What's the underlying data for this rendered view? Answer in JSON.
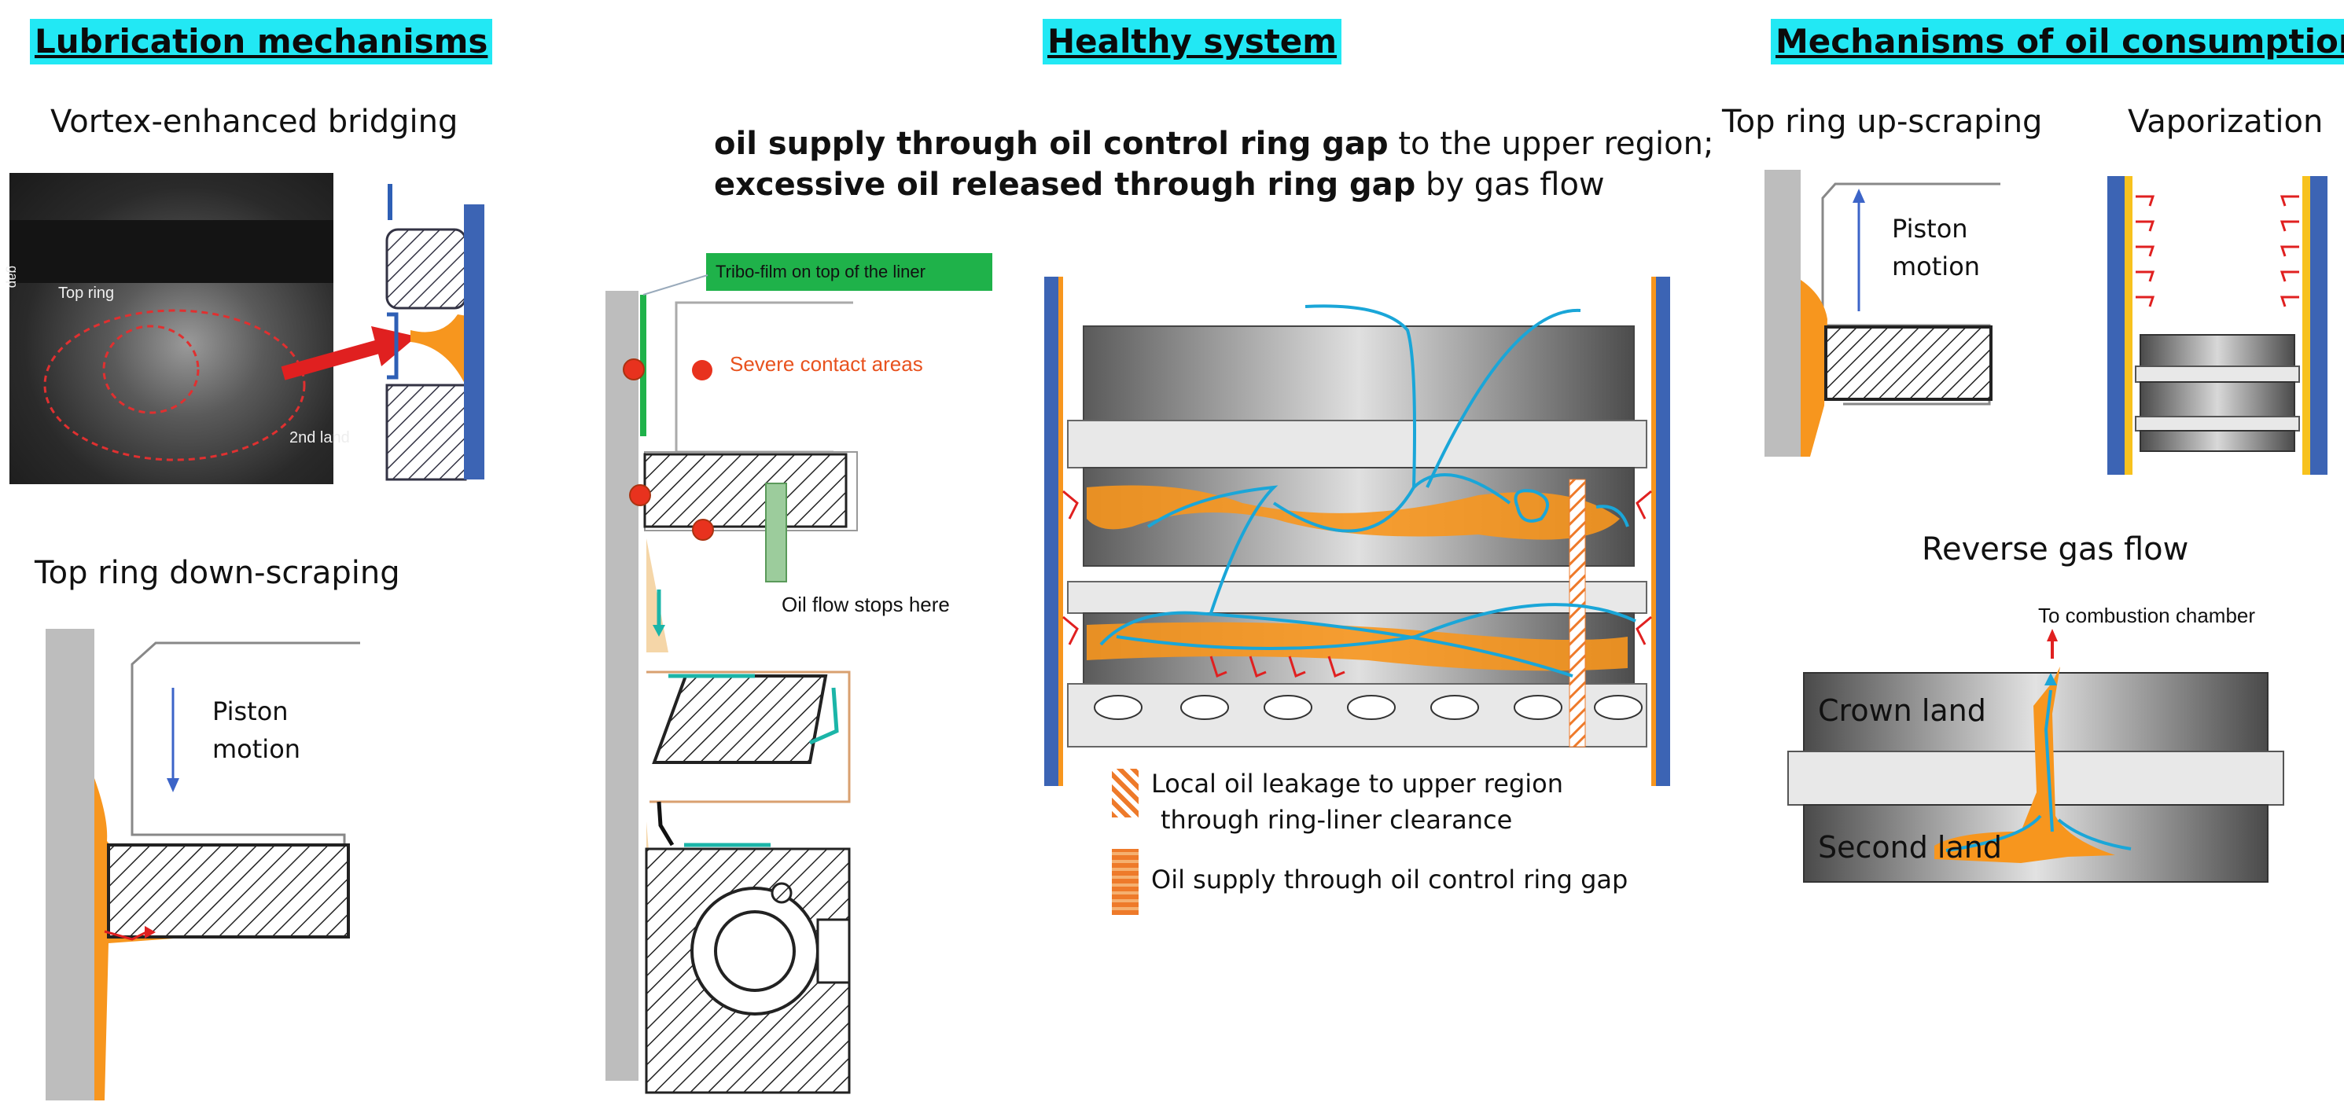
{
  "headers": {
    "left": "Lubrication mechanisms",
    "center": "Healthy system",
    "right": "Mechanisms of oil consumption"
  },
  "lubrication": {
    "vortex_title": "Vortex-enhanced bridging",
    "photo_gap": "gap",
    "photo_top_ring": "Top ring",
    "photo_second_land": "2nd land",
    "down_scraping_title": "Top ring down-scraping",
    "piston_motion_line1": "Piston",
    "piston_motion_line2": "motion"
  },
  "healthy": {
    "desc_line1_bold": "oil supply through oil control ring gap",
    "desc_line1_rest": " to the upper region;",
    "desc_line2_bold": "excessive oil released through ring gap",
    "desc_line2_rest": " by gas flow",
    "tribo_label": "Tribo-film on top of the liner",
    "severe_contact": "Severe contact areas",
    "oil_flow_stops": "Oil flow stops here",
    "legend_leak_line1": "Local oil leakage to upper region",
    "legend_leak_line2": "through ring-liner clearance",
    "legend_supply": "Oil supply through oil control ring gap"
  },
  "consumption": {
    "upscraping_title": "Top ring up-scraping",
    "piston_motion_line1": "Piston",
    "piston_motion_line2": "motion",
    "vaporization_title": "Vaporization",
    "reverse_gas_title": "Reverse gas flow",
    "to_combustion": "To combustion chamber",
    "crown_land": "Crown land",
    "second_land": "Second land"
  },
  "colors": {
    "header_bg": "#22e8f4",
    "liner_blue": "#3c64b4",
    "oil_orange": "#f7961e",
    "flow_cyan": "#1aa6d8",
    "contact_red": "#e8321e",
    "tribo_green": "#1fb24a",
    "teal_arrow": "#1bb5a8"
  }
}
